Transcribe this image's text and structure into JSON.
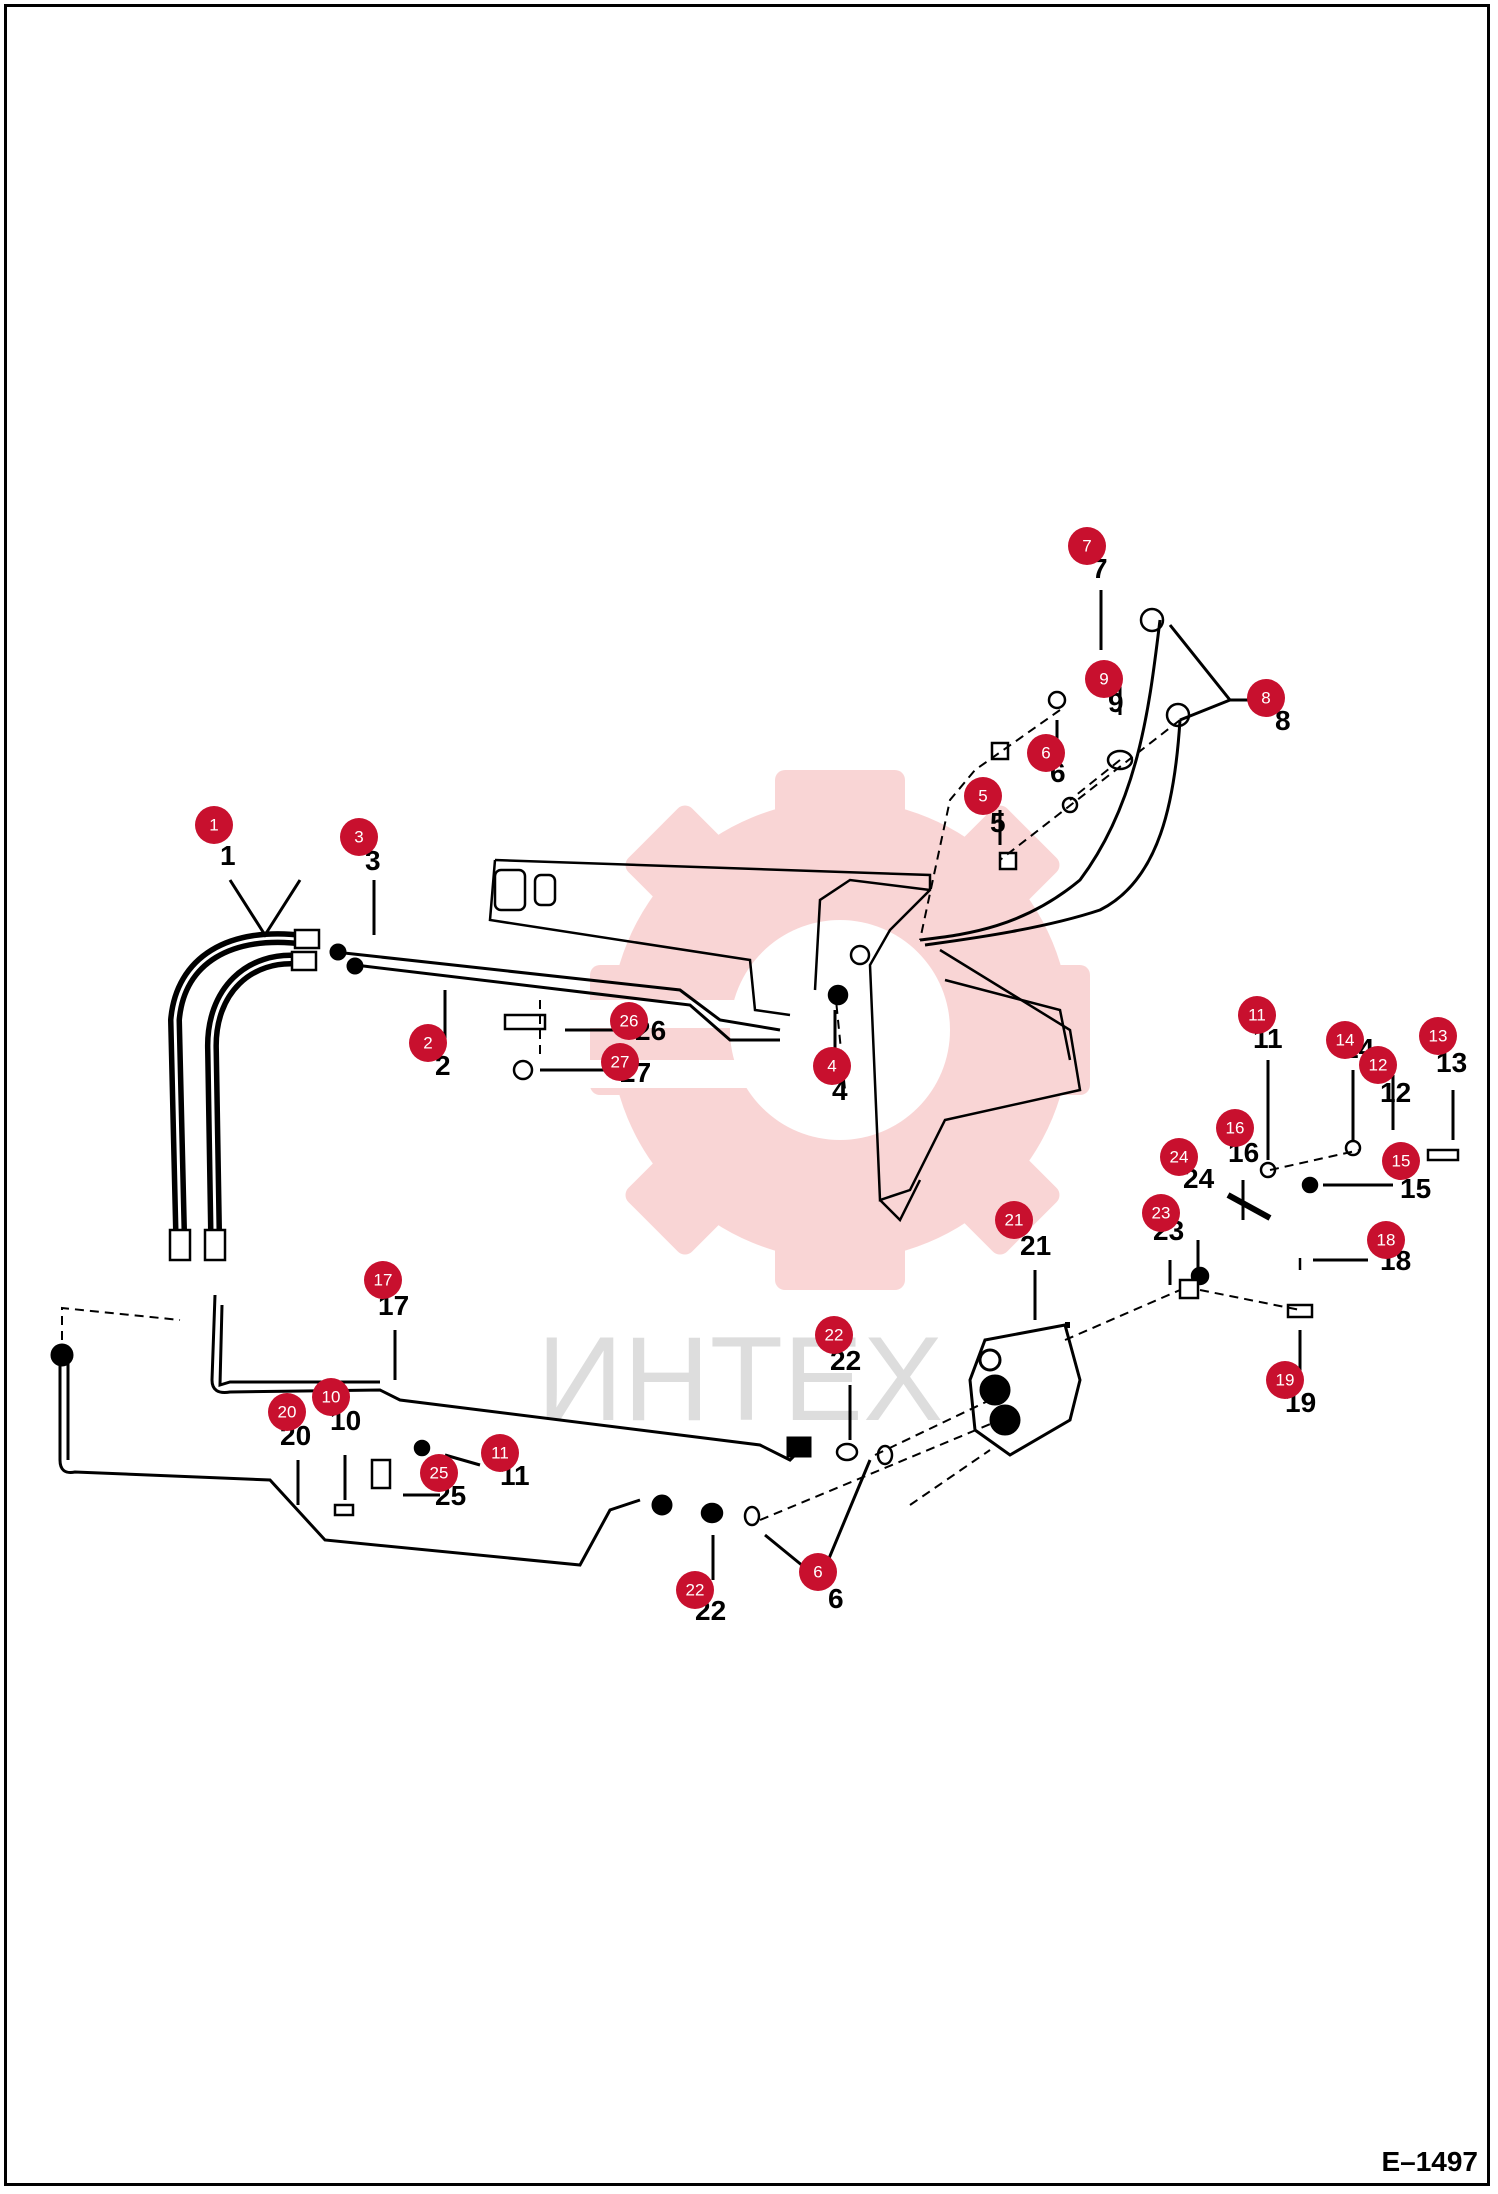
{
  "diagram": {
    "reference_code": "E–1497",
    "watermark_text": "ИНТЕХ",
    "badge_color": "#c8102e",
    "watermark_color": "#f08a8a"
  },
  "callouts": [
    {
      "id": "c7",
      "label": "7"
    },
    {
      "id": "c9",
      "label": "9"
    },
    {
      "id": "c8",
      "label": "8"
    },
    {
      "id": "c6a",
      "label": "6"
    },
    {
      "id": "c5",
      "label": "5"
    },
    {
      "id": "c1",
      "label": "1"
    },
    {
      "id": "c3",
      "label": "3"
    },
    {
      "id": "c2",
      "label": "2"
    },
    {
      "id": "c26",
      "label": "26"
    },
    {
      "id": "c27",
      "label": "27"
    },
    {
      "id": "c4",
      "label": "4"
    },
    {
      "id": "c11a",
      "label": "11"
    },
    {
      "id": "c14",
      "label": "14"
    },
    {
      "id": "c12",
      "label": "12"
    },
    {
      "id": "c13",
      "label": "13"
    },
    {
      "id": "c16",
      "label": "16"
    },
    {
      "id": "c15",
      "label": "15"
    },
    {
      "id": "c24",
      "label": "24"
    },
    {
      "id": "c23",
      "label": "23"
    },
    {
      "id": "c21",
      "label": "21"
    },
    {
      "id": "c18",
      "label": "18"
    },
    {
      "id": "c19",
      "label": "19"
    },
    {
      "id": "c17",
      "label": "17"
    },
    {
      "id": "c22a",
      "label": "22"
    },
    {
      "id": "c20",
      "label": "20"
    },
    {
      "id": "c10",
      "label": "10"
    },
    {
      "id": "c11b",
      "label": "11"
    },
    {
      "id": "c25",
      "label": "25"
    },
    {
      "id": "c22b",
      "label": "22"
    },
    {
      "id": "c6b",
      "label": "6"
    }
  ]
}
